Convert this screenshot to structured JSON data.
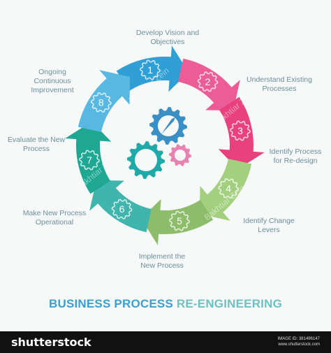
{
  "title": {
    "part1": "BUSINESS PROCESS",
    "part2": "RE-ENGINEERING",
    "color1": "#3b9fd0",
    "color2": "#6ec1c2"
  },
  "steps": [
    {
      "number": "1",
      "label_lines": [
        "Develop Vision and",
        "Objectives"
      ],
      "color": "#2f9fd6"
    },
    {
      "number": "2",
      "label_lines": [
        "Understand Existing",
        "Processes"
      ],
      "color": "#ec5d97"
    },
    {
      "number": "3",
      "label_lines": [
        "Identify Process",
        "for Re-design"
      ],
      "color": "#e8417d"
    },
    {
      "number": "4",
      "label_lines": [
        "Identify Change",
        "Levers"
      ],
      "color": "#a3d07e"
    },
    {
      "number": "5",
      "label_lines": [
        "Implement the",
        "New Process"
      ],
      "color": "#8dbd6a"
    },
    {
      "number": "6",
      "label_lines": [
        "Make New Process",
        "Operational"
      ],
      "color": "#3fb5ad"
    },
    {
      "number": "7",
      "label_lines": [
        "Evaluate the New",
        "Process"
      ],
      "color": "#1ea893"
    },
    {
      "number": "8",
      "label_lines": [
        "Ongoing",
        "Continuous",
        "Improvement"
      ],
      "color": "#59b8e2"
    }
  ],
  "gears": {
    "blue": "#3a8fc4",
    "teal": "#1fa9a9",
    "pink": "#e883b1"
  },
  "footer": {
    "brand": "shutterstock",
    "image_id": "IMAGE ID: 381496147",
    "site": "www.shutterstock.com"
  },
  "watermarks": [
    "Bakhtiar Zein",
    "Bakhtiar Zein",
    "Bakhtiar Zein",
    "Bakhtiar Zein"
  ]
}
